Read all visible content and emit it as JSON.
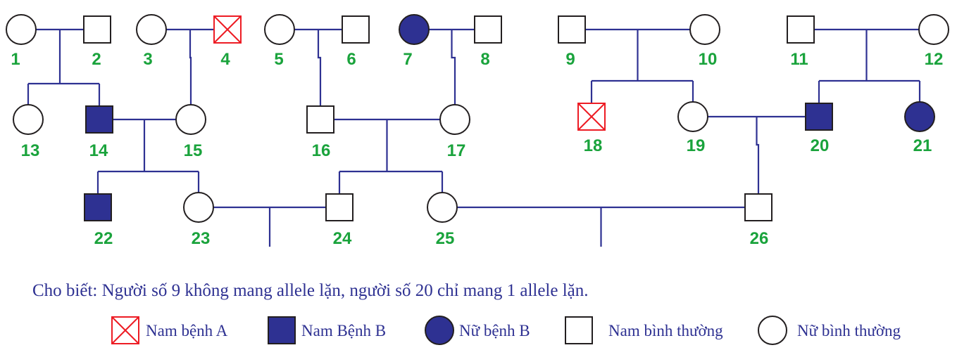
{
  "colors": {
    "line": "#2e3192",
    "affected_b": "#2e3192",
    "affected_a": "#ed1c24",
    "number": "#1aa33c",
    "note": "#2e3192"
  },
  "individuals": [
    {
      "id": "1",
      "label": "1",
      "sex": "female",
      "status": "normal"
    },
    {
      "id": "2",
      "label": "2",
      "sex": "male",
      "status": "normal"
    },
    {
      "id": "3",
      "label": "3",
      "sex": "female",
      "status": "normal"
    },
    {
      "id": "4",
      "label": "4",
      "sex": "male",
      "status": "disease-a"
    },
    {
      "id": "5",
      "label": "5",
      "sex": "female",
      "status": "normal"
    },
    {
      "id": "6",
      "label": "6",
      "sex": "male",
      "status": "normal"
    },
    {
      "id": "7",
      "label": "7",
      "sex": "female",
      "status": "disease-b"
    },
    {
      "id": "8",
      "label": "8",
      "sex": "male",
      "status": "normal"
    },
    {
      "id": "9",
      "label": "9",
      "sex": "male",
      "status": "normal"
    },
    {
      "id": "10",
      "label": "10",
      "sex": "female",
      "status": "normal"
    },
    {
      "id": "11",
      "label": "11",
      "sex": "male",
      "status": "normal"
    },
    {
      "id": "12",
      "label": "12",
      "sex": "female",
      "status": "normal"
    },
    {
      "id": "13",
      "label": "13",
      "sex": "female",
      "status": "normal"
    },
    {
      "id": "14",
      "label": "14",
      "sex": "male",
      "status": "disease-b"
    },
    {
      "id": "15",
      "label": "15",
      "sex": "female",
      "status": "normal"
    },
    {
      "id": "16",
      "label": "16",
      "sex": "male",
      "status": "normal"
    },
    {
      "id": "17",
      "label": "17",
      "sex": "female",
      "status": "normal"
    },
    {
      "id": "18",
      "label": "18",
      "sex": "male",
      "status": "disease-a"
    },
    {
      "id": "19",
      "label": "19",
      "sex": "female",
      "status": "normal"
    },
    {
      "id": "20",
      "label": "20",
      "sex": "male",
      "status": "disease-b"
    },
    {
      "id": "21",
      "label": "21",
      "sex": "female",
      "status": "disease-b"
    },
    {
      "id": "22",
      "label": "22",
      "sex": "male",
      "status": "disease-b"
    },
    {
      "id": "23",
      "label": "23",
      "sex": "female",
      "status": "normal"
    },
    {
      "id": "24",
      "label": "24",
      "sex": "male",
      "status": "normal"
    },
    {
      "id": "25",
      "label": "25",
      "sex": "female",
      "status": "normal"
    },
    {
      "id": "26",
      "label": "26",
      "sex": "male",
      "status": "normal"
    }
  ],
  "couples": [
    {
      "id": "1-2",
      "partners": [
        "1",
        "2"
      ],
      "children": [
        "13",
        "14"
      ]
    },
    {
      "id": "3-4",
      "partners": [
        "3",
        "4"
      ],
      "children": [
        "15"
      ]
    },
    {
      "id": "5-6",
      "partners": [
        "5",
        "6"
      ],
      "children": [
        "16"
      ]
    },
    {
      "id": "7-8",
      "partners": [
        "7",
        "8"
      ],
      "children": [
        "17"
      ]
    },
    {
      "id": "9-10",
      "partners": [
        "9",
        "10"
      ],
      "children": [
        "18",
        "19"
      ]
    },
    {
      "id": "11-12",
      "partners": [
        "11",
        "12"
      ],
      "children": [
        "20",
        "21"
      ]
    },
    {
      "id": "14-15",
      "partners": [
        "14",
        "15"
      ],
      "children": [
        "22",
        "23"
      ]
    },
    {
      "id": "16-17",
      "partners": [
        "16",
        "17"
      ],
      "children": [
        "24",
        "25"
      ]
    },
    {
      "id": "19-20",
      "partners": [
        "19",
        "20"
      ],
      "children": [
        "26"
      ]
    },
    {
      "id": "23-24",
      "partners": [
        "23",
        "24"
      ],
      "children": []
    },
    {
      "id": "25-26",
      "partners": [
        "25",
        "26"
      ],
      "children": []
    }
  ],
  "note": "Cho biết: Người số 9 không mang allele lặn, người số 20 chỉ mang 1 allele lặn.",
  "legend": [
    {
      "key": "male-disease-a",
      "symbol": "male-x",
      "label": "Nam bệnh A"
    },
    {
      "key": "male-disease-b",
      "symbol": "male-filled",
      "label": "Nam Bệnh B"
    },
    {
      "key": "female-disease-b",
      "symbol": "female-filled",
      "label": "Nữ bệnh B"
    },
    {
      "key": "male-normal",
      "symbol": "male-empty",
      "label": "Nam bình thường"
    },
    {
      "key": "female-normal",
      "symbol": "female-empty",
      "label": "Nữ bình thường"
    }
  ]
}
